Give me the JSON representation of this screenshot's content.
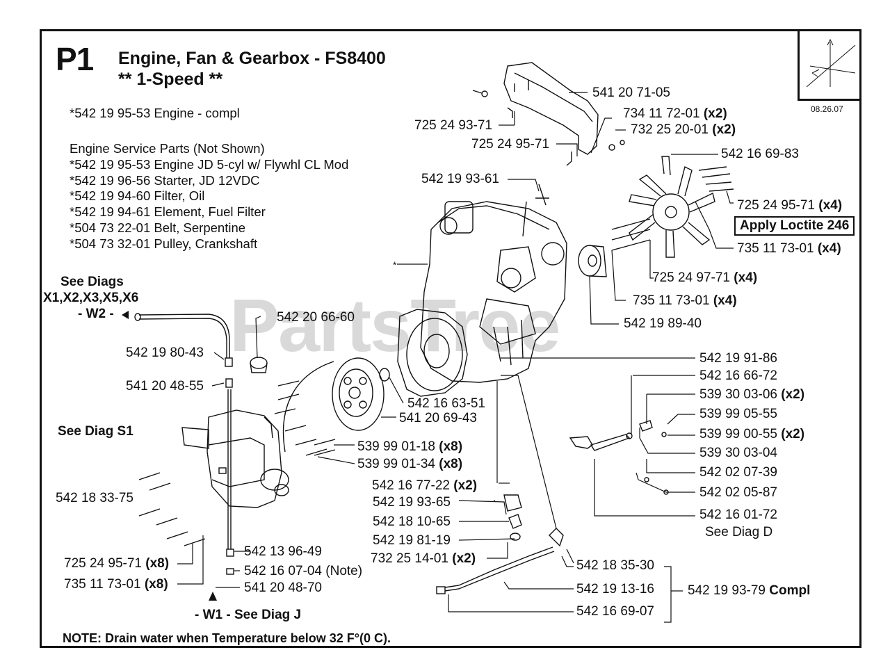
{
  "header": {
    "page_id": "P1",
    "title": "Engine, Fan & Gearbox - FS8400",
    "subtitle": "** 1-Speed **",
    "date": "08.26.07"
  },
  "engine_notes": {
    "compl": "*542 19 95-53 Engine - compl",
    "service_heading": "Engine Service Parts (Not Shown)",
    "items": [
      "*542 19 95-53 Engine JD 5-cyl w/ Flywhl CL Mod",
      "*542 19 96-56 Starter, JD 12VDC",
      "*542 19 94-60 Filter, Oil",
      "*542 19 94-61 Element, Fuel Filter",
      "*504 73 22-01 Belt, Serpentine",
      "*504 73 32-01 Pulley, Crankshaft"
    ]
  },
  "refs": {
    "see_diags": "See Diags",
    "diag_list": "X1,X2,X3,X5,X6",
    "w2": "- W2 -",
    "see_diag_s1": "See Diag S1",
    "w1": "- W1 - See Diag J",
    "see_diag_d": "See Diag D",
    "asterisk": "*"
  },
  "watermark": "PartsTree",
  "loctite": "Apply Loctite 246",
  "note": "NOTE: Drain water when Temperature below 32 F°(0 C).",
  "parts": {
    "p5412071_05": "541 20 71-05",
    "p7252493_71": "725 24 93-71",
    "p7341172_01": "734 11 72-01",
    "p7341172_01_qty": "(x2)",
    "p7322520_01": "732 25 20-01",
    "p7322520_01_qty": "(x2)",
    "p7252495_71a": "725 24 95-71",
    "p5421669_83": "542 16 69-83",
    "p5421993_61": "542 19 93-61",
    "p7252495_71b": "725 24 95-71",
    "p7252495_71b_qty": "(x4)",
    "p7351173_01a": "735 11 73-01",
    "p7351173_01a_qty": "(x4)",
    "p7252497_71": "725 24 97-71",
    "p7252497_71_qty": "(x4)",
    "p7351173_01b": "735 11 73-01",
    "p7351173_01b_qty": "(x4)",
    "p5421989_40": "542 19 89-40",
    "p5422066_60": "542 20 66-60",
    "p5421980_43": "542 19 80-43",
    "p5412048_55": "541 20 48-55",
    "p5421991_86": "542 19 91-86",
    "p5421666_72": "542 16 66-72",
    "p5393003_06": "539 30 03-06",
    "p5393003_06_qty": "(x2)",
    "p5399905_55": "539 99 05-55",
    "p5399900_55": "539 99 00-55",
    "p5399900_55_qty": "(x2)",
    "p5393003_04": "539 30 03-04",
    "p5420207_39": "542 02 07-39",
    "p5420205_87": "542 02 05-87",
    "p5421601_72": "542 16 01-72",
    "p5421663_51": "542 16 63-51",
    "p5412069_43": "541 20 69-43",
    "p5399901_18": "539 99 01-18",
    "p5399901_18_qty": "(x8)",
    "p5399901_34": "539 99 01-34",
    "p5399901_34_qty": "(x8)",
    "p5421833_75": "542 18 33-75",
    "p5421677_22": "542 16 77-22",
    "p5421677_22_qty": "(x2)",
    "p5421993_65": "542 19 93-65",
    "p5421810_65": "542 18 10-65",
    "p5421981_19": "542 19 81-19",
    "p7322514_01": "732 25 14-01",
    "p7322514_01_qty": "(x2)",
    "p5421396_49": "542 13 96-49",
    "p5421607_04": "542 16 07-04 (Note)",
    "p5412048_70": "541 20 48-70",
    "p7252495_71c": "725 24 95-71",
    "p7252495_71c_qty": "(x8)",
    "p7351173_01c": "735 11 73-01",
    "p7351173_01c_qty": "(x8)",
    "p5421835_30": "542 18 35-30",
    "p5421913_16": "542 19 13-16",
    "p5421669_07": "542 16 69-07",
    "p5421993_79": "542 19 93-79",
    "p5421993_79_suffix": "Compl"
  }
}
